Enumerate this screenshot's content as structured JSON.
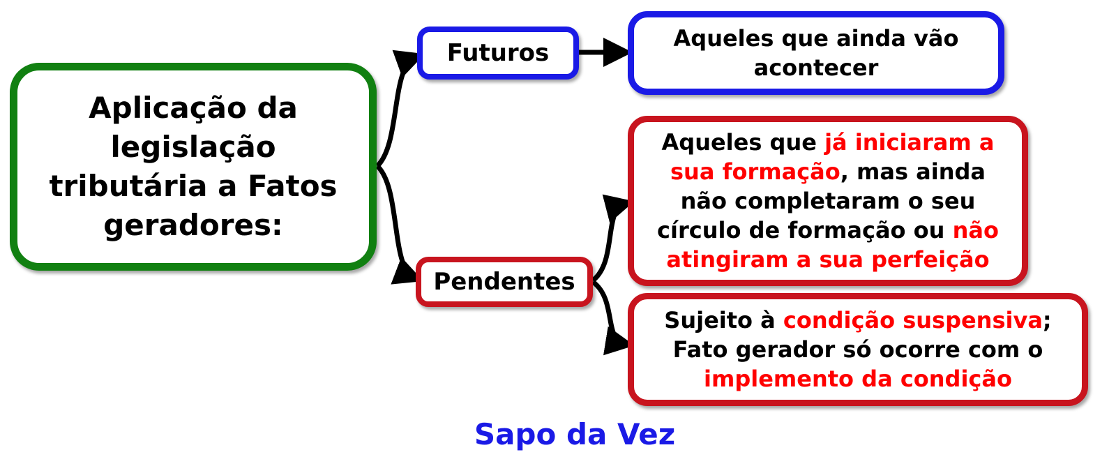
{
  "root": {
    "lines": [
      "Aplicação da",
      "legislação",
      "tributária a Fatos",
      "geradores:"
    ]
  },
  "futuros": {
    "label": "Futuros",
    "description": [
      "Aqueles que ainda vão",
      "acontecer"
    ]
  },
  "pendentes": {
    "label": "Pendentes",
    "description_1": {
      "p1": "Aqueles que ",
      "h1": "já iniciaram a sua formação",
      "p2": ", mas ainda não completaram o seu círculo de formação ou ",
      "h2": "não atingiram a sua perfeição"
    },
    "description_2": {
      "p1": "Sujeito à ",
      "h1": "condição suspensiva",
      "p2": "; Fato gerador só ocorre com o ",
      "h2": "implemento da condição"
    }
  },
  "footer": "Sapo da Vez",
  "colors": {
    "root_border": "#118011",
    "futuros_border": "#1a1ae6",
    "pendentes_border": "#c8141e",
    "highlight_text": "#ff0000",
    "footer_text": "#1a1ae6"
  }
}
